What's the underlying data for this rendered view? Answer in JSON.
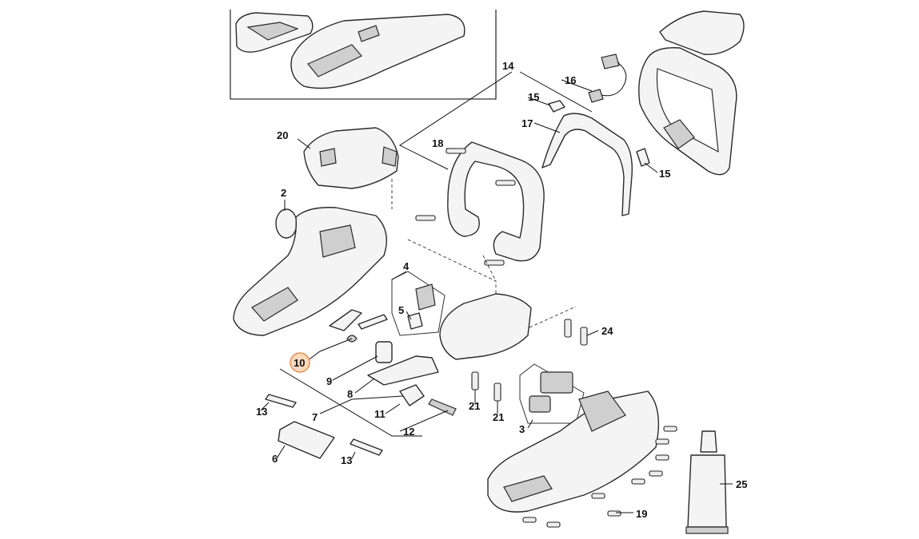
{
  "diagram": {
    "highlight_color": "#f2a56b",
    "highlighted_part": "10",
    "callouts": {
      "c14": "14",
      "c16": "16",
      "c15a": "15",
      "c15b": "15",
      "c17": "17",
      "c18": "18",
      "c20": "20",
      "c2": "2",
      "c4": "4",
      "c5": "5",
      "c24": "24",
      "c10": "10",
      "c9": "9",
      "c8": "8",
      "c7": "7",
      "c11": "11",
      "c12": "12",
      "c13a": "13",
      "c13b": "13",
      "c6": "6",
      "c21a": "21",
      "c21b": "21",
      "c3": "3",
      "c19": "19",
      "c25": "25"
    }
  }
}
